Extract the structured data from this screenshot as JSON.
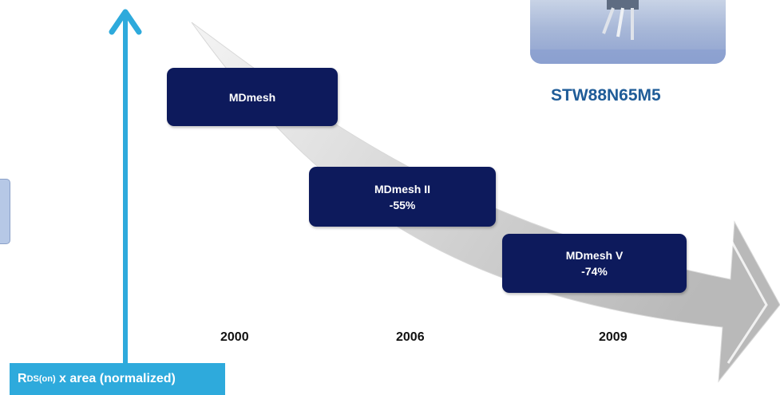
{
  "diagram": {
    "milestones": [
      {
        "name": "MDmesh",
        "reduction": "",
        "year": "2000"
      },
      {
        "name": "MDmesh II",
        "reduction": "-55%",
        "year": "2006"
      },
      {
        "name": "MDmesh V",
        "reduction": "-74%",
        "year": "2009"
      }
    ],
    "part_number": "STW88N65M5",
    "y_axis_label": {
      "main": "R",
      "subscript": "DS(on)",
      "suffix": " x area (normalized)"
    },
    "colors": {
      "box": "#0d1a5c",
      "axis": "#2eaadc",
      "part_label": "#1f5c98",
      "trend_arrow": "#c8c8c8"
    },
    "icons": [
      "up-arrow-icon",
      "trend-arrow-icon",
      "transistor-photo"
    ]
  }
}
